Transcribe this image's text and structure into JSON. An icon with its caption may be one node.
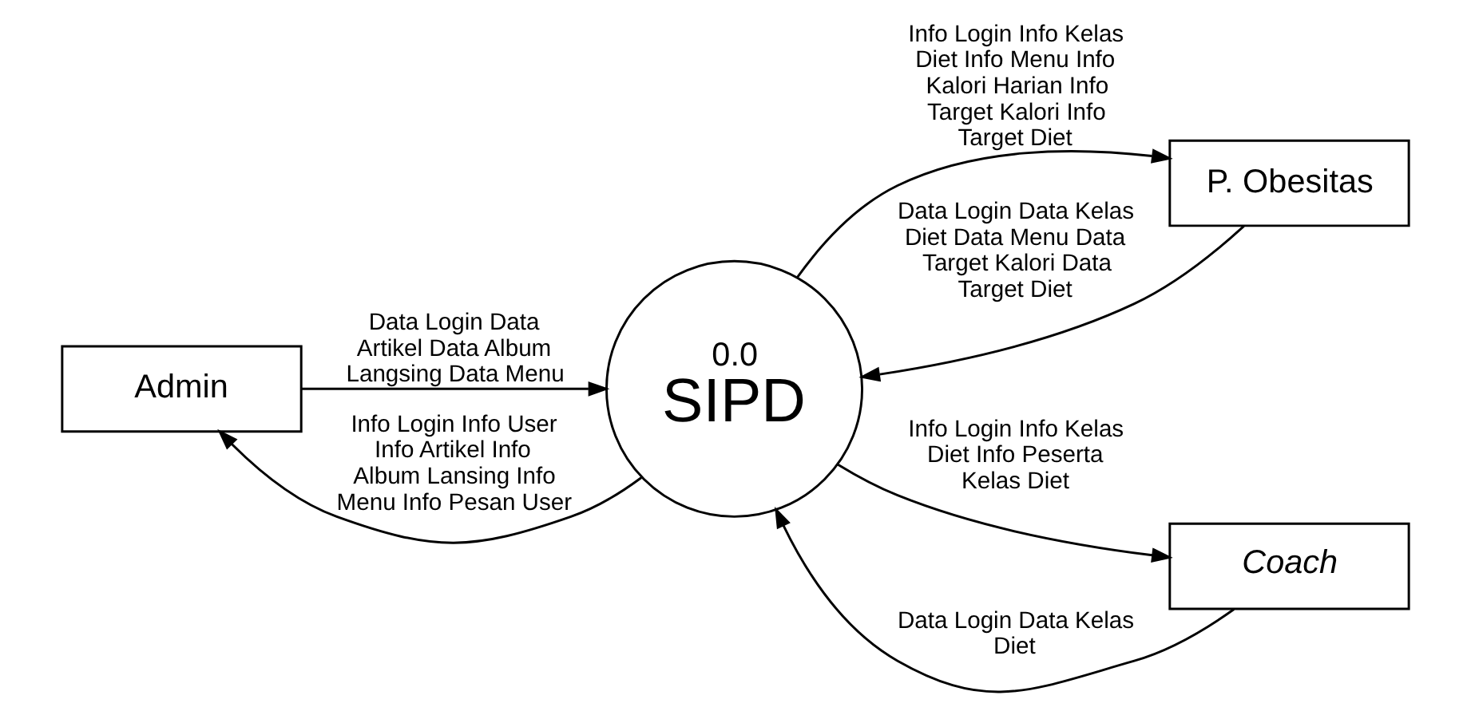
{
  "diagram": {
    "nodes": [
      {
        "text": [
          "Admin"
        ]
      },
      {
        "text": [
          "0.0",
          "SIPD"
        ]
      },
      {
        "text": [
          "P. Obesitas"
        ]
      },
      {
        "text": [
          "Coach"
        ]
      }
    ],
    "edges": [
      {
        "from": 0,
        "to": 1,
        "arrow": "to",
        "label": "Data Login Data Artikel Data Album Langsing Data Menu"
      },
      {
        "from": 1,
        "to": 0,
        "arrow": "to",
        "label": "Info Login Info User Info Artikel Info Album Lansing Info Menu Info Pesan User"
      },
      {
        "from": 2,
        "to": 1,
        "arrow": "to",
        "label": "Data Login Data Kelas Diet Data Menu Data Target Kalori Data Target Diet"
      },
      {
        "from": 1,
        "to": 2,
        "arrow": "to",
        "label": "Info Login Info Kelas Diet Info Menu Info Kalori Harian Info Target Kalori Info Target Diet"
      },
      {
        "from": 3,
        "to": 1,
        "arrow": "to",
        "label": "Data Login Data Kelas Diet"
      },
      {
        "from": 1,
        "to": 3,
        "arrow": "to",
        "label": "Info Login Info Kelas Diet Info Peserta Kelas Diet"
      }
    ]
  }
}
